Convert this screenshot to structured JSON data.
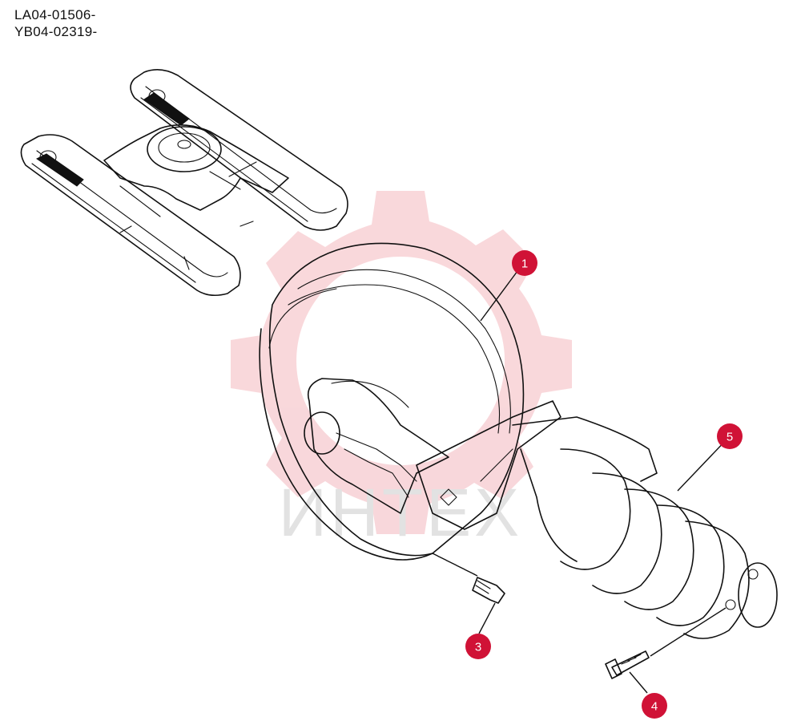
{
  "serials": [
    "LA04-01506-",
    "YB04-02319-"
  ],
  "watermark": {
    "text": "ИНТЕХ",
    "color": "#e8747f"
  },
  "callout_color": "#d01236",
  "callouts": [
    {
      "label": "1",
      "part": "idler"
    },
    {
      "label": "3",
      "part": "bolt"
    },
    {
      "label": "4",
      "part": "bolt"
    },
    {
      "label": "5",
      "part": "recoil-spring"
    }
  ]
}
